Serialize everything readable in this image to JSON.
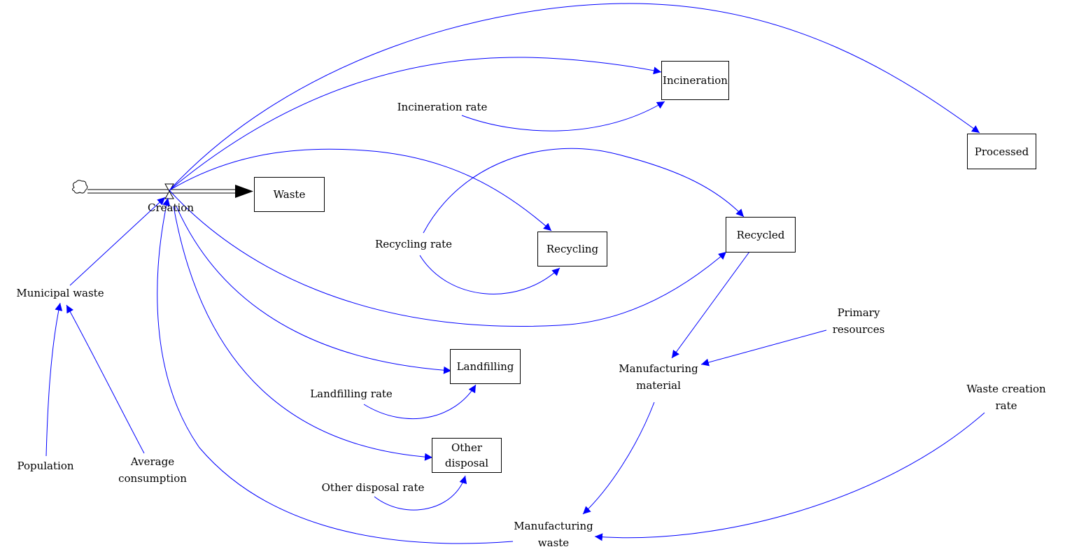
{
  "diagram": {
    "stocks": {
      "waste": "Waste",
      "incineration": "Incineration",
      "processed": "Processed",
      "recycling": "Recycling",
      "recycled": "Recycled",
      "landfilling": "Landfilling",
      "other_disposal_1": "Other",
      "other_disposal_2": "disposal"
    },
    "flow": {
      "creation": "Creation"
    },
    "variables": {
      "incineration_rate": "Incineration rate",
      "recycling_rate": "Recycling rate",
      "municipal_waste": "Municipal waste",
      "population": "Population",
      "average_consumption_1": "Average",
      "average_consumption_2": "consumption",
      "landfilling_rate": "Landfilling rate",
      "other_disposal_rate": "Other disposal rate",
      "manufacturing_material_1": "Manufacturing",
      "manufacturing_material_2": "material",
      "primary_resources_1": "Primary",
      "primary_resources_2": "resources",
      "waste_creation_rate_1": "Waste creation",
      "waste_creation_rate_2": "rate",
      "manufacturing_waste_1": "Manufacturing",
      "manufacturing_waste_2": "waste"
    },
    "colors": {
      "link": "#0000ff",
      "flow": "#000000"
    }
  }
}
